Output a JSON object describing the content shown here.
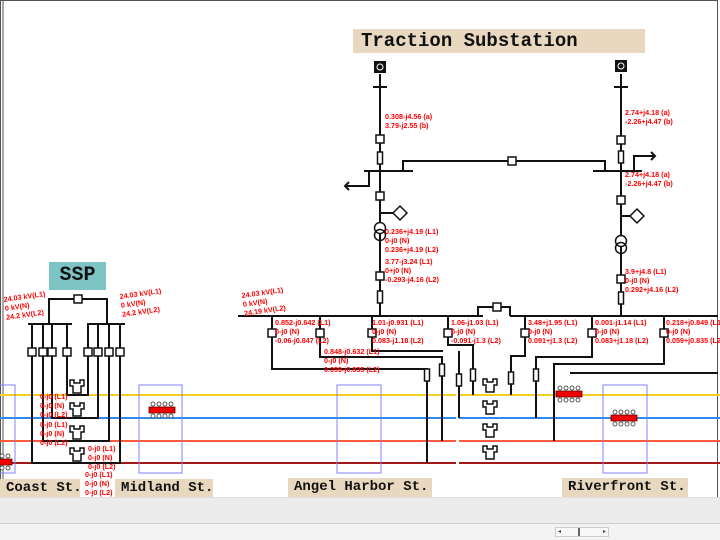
{
  "title": "Traction Substation",
  "ssp_label": "SSP",
  "stations": [
    "Coast St.",
    "Midland St.",
    "Angel Harbor St.",
    "Riverfront St."
  ],
  "colors": {
    "track_yellow": "#f5d020",
    "track_blue": "#2a8cf0",
    "track_red": "#ff5a3c",
    "track_darkred": "#a01818",
    "annotation": "#ff0000",
    "label_bg": "#e8d8c0",
    "ssp_bg": "#7ec4c4",
    "station_box": "#8080ff"
  },
  "annotations": {
    "ts_left_top": [
      "0.308-j4.56 (a)",
      "3.79-j2.55 (b)"
    ],
    "ts_right_top": [
      "2.74+j4.18 (a)",
      "-2.26+j4.47 (b)"
    ],
    "ts_right_mid": [
      "2.74+j4.18 (a)",
      "-2.26+j4.47 (b)"
    ],
    "ts_left_transformer": [
      "0.236+j4.19 (L1)",
      "0-j0 (N)",
      "0.236+j4.19 (L2)"
    ],
    "ts_left_low": [
      "3.77-j3.24 (L1)",
      "0+j0 (N)",
      "-0.293-j4.16 (L2)"
    ],
    "ts_right_low": [
      "3.9+j4.8 (L1)",
      "0-j0 (N)",
      "0.292+j4.16 (L2)"
    ],
    "bus_voltage": [
      "24.03 kV(L1)",
      "0 kV(N)",
      "24.19 kV(L2)"
    ],
    "feeders": [
      [
        "0.852-j0.642 (L1)",
        "0-j0 (N)",
        "-0.06-j0.847 (L2)"
      ],
      [
        "0.848-j0.632 (L1)",
        "0-j0 (N)",
        "0.059-j0.835 (L2)"
      ],
      [
        "1.01-j0.931 (L1)",
        "0-j0 (N)",
        "0.083-j1.18 (L2)"
      ],
      [
        "1.06-j1.03 (L1)",
        "0-j0 (N)",
        "-0.091-j1.3 (L2)"
      ],
      [
        "3.48+j1.95 (L1)",
        "0-j0 (N)",
        "0.091+j1.3 (L2)"
      ],
      [
        "0.001-j1.14 (L1)",
        "0-j0 (N)",
        "0.083+j1.18 (L2)"
      ],
      [
        "0.218+j0.849 (L1)",
        "0-j0 (N)",
        "0.059+j0.835 (L2)"
      ]
    ],
    "ssp_left_voltage": [
      "24.03 kV(L1)",
      "0 kV(N)",
      "24.2 kV(L2)"
    ],
    "ssp_right_voltage": [
      "24.03 kV(L1)",
      "0 kV(N)",
      "24.2 kV(L2)"
    ],
    "ssp_currents": [
      [
        "0-j0 (L1)",
        "0-j0 (N)",
        "0-j0 (L2)"
      ],
      [
        "0-j0 (L1)",
        "0-j0 (N)",
        "0-j0 (L2)"
      ],
      [
        "0-j0 (L1)",
        "0-j0 (N)",
        "0-j0 (L2)"
      ],
      [
        "0-j0 (L1)",
        "0-j0 (N)",
        "0-j0 (L2)"
      ]
    ]
  },
  "icons": [
    "power-source-icon",
    "breaker-icon",
    "resistor-icon",
    "transformer-icon",
    "meter-diamond-icon",
    "train-icon",
    "autotransformer-icon"
  ]
}
